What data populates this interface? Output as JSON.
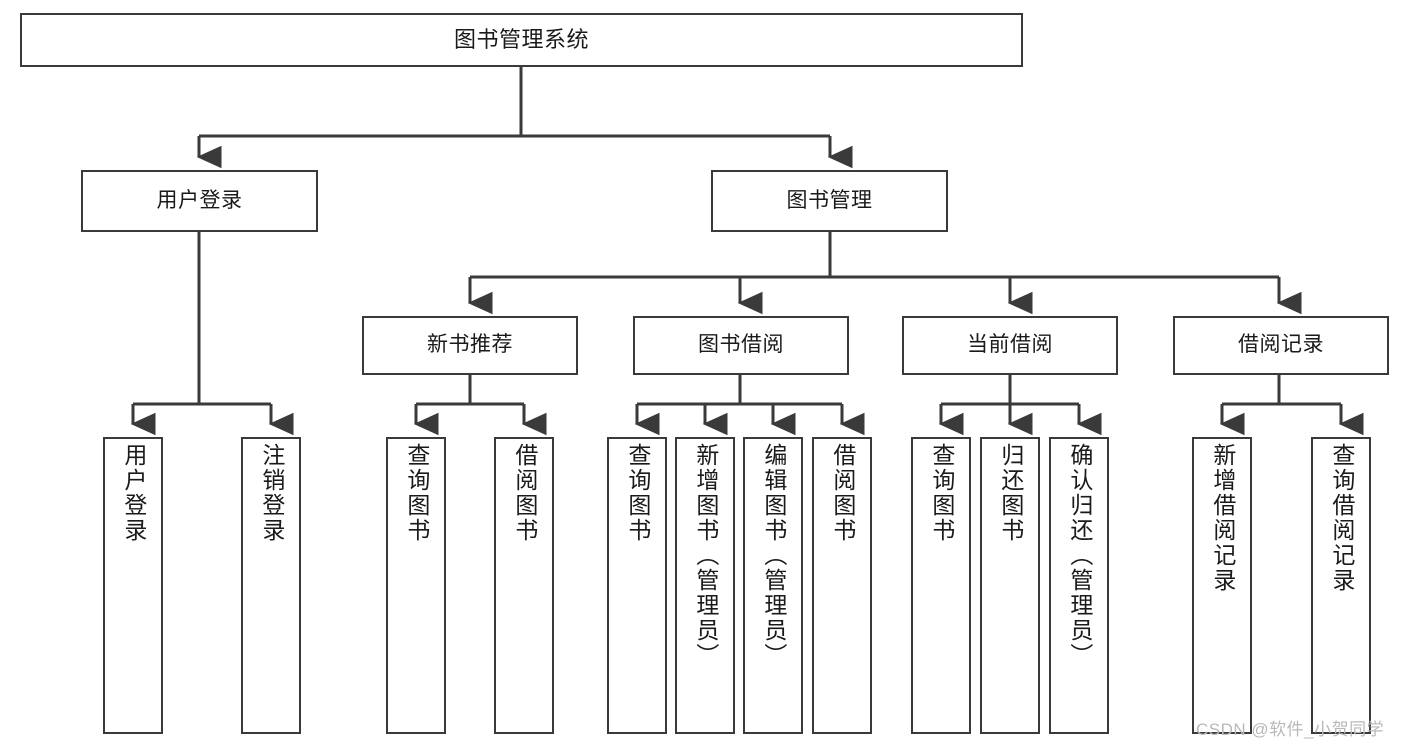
{
  "diagram": {
    "title_node": {
      "label": "图书管理系统"
    },
    "level2": [
      {
        "id": "user-login",
        "label": "用户登录"
      },
      {
        "id": "book-manage",
        "label": "图书管理"
      }
    ],
    "level3": [
      {
        "id": "new-book-recommend",
        "label": "新书推荐"
      },
      {
        "id": "book-borrow",
        "label": "图书借阅"
      },
      {
        "id": "current-borrow",
        "label": "当前借阅"
      },
      {
        "id": "borrow-record",
        "label": "借阅记录"
      }
    ],
    "leaves": [
      {
        "id": "leaf-user-login",
        "label": "用户登录",
        "parent": "user-login"
      },
      {
        "id": "leaf-user-logout",
        "label": "注销登录",
        "parent": "user-login"
      },
      {
        "id": "leaf-query-book-1",
        "label": "查询图书",
        "parent": "new-book-recommend"
      },
      {
        "id": "leaf-borrow-book-1",
        "label": "借阅图书",
        "parent": "new-book-recommend"
      },
      {
        "id": "leaf-query-book-2",
        "label": "查询图书",
        "parent": "book-borrow"
      },
      {
        "id": "leaf-add-book",
        "label": "新增图书（管理员）",
        "parent": "book-borrow"
      },
      {
        "id": "leaf-edit-book",
        "label": "编辑图书（管理员）",
        "parent": "book-borrow"
      },
      {
        "id": "leaf-borrow-book-2",
        "label": "借阅图书",
        "parent": "book-borrow"
      },
      {
        "id": "leaf-query-book-3",
        "label": "查询图书",
        "parent": "current-borrow"
      },
      {
        "id": "leaf-return-book",
        "label": "归还图书",
        "parent": "current-borrow"
      },
      {
        "id": "leaf-confirm-return",
        "label": "确认归还（管理员）",
        "parent": "current-borrow"
      },
      {
        "id": "leaf-add-record",
        "label": "新增借阅记录",
        "parent": "borrow-record"
      },
      {
        "id": "leaf-query-record",
        "label": "查询借阅记录",
        "parent": "borrow-record"
      }
    ]
  },
  "watermark": {
    "text": "CSDN @软件_小贺同学"
  },
  "colors": {
    "stroke": "#3a3a3a",
    "box_fill": "#ffffff",
    "text": "#1a1a1a",
    "watermark": "#b9b9b9",
    "background": "#ffffff"
  }
}
